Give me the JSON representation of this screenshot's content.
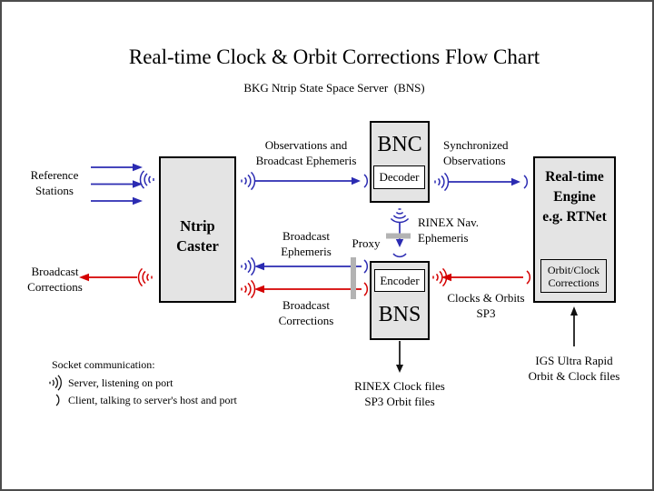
{
  "slide": {
    "title": "Real-time Clock & Orbit Corrections Flow Chart",
    "subtitle": "BKG Ntrip State Space Server  (BNS)"
  },
  "boxes": {
    "ntrip_caster": {
      "lines": [
        "Ntrip",
        "Caster"
      ]
    },
    "bnc": {
      "title": "BNC",
      "sub": "Decoder"
    },
    "bns": {
      "title": "BNS",
      "sub": "Encoder"
    },
    "engine": {
      "lines": [
        "Real-time",
        "Engine",
        "e.g. RTNet"
      ],
      "sub_lines": [
        "Orbit/Clock",
        "Corrections"
      ]
    }
  },
  "labels": {
    "reference_stations": [
      "Reference",
      "Stations"
    ],
    "broadcast_corrections_left": [
      "Broadcast",
      "Corrections"
    ],
    "observations": [
      "Observations and",
      "Broadcast Ephemeris"
    ],
    "synchronized": [
      "Synchronized",
      "Observations"
    ],
    "rinex_nav": [
      "RINEX Nav.",
      "Ephemeris"
    ],
    "proxy": "Proxy",
    "broadcast_ephemeris_mid": [
      "Broadcast",
      "Ephemeris"
    ],
    "broadcast_corrections_mid": [
      "Broadcast",
      "Corrections"
    ],
    "clocks_orbits": [
      "Clocks & Orbits",
      "SP3"
    ],
    "rinex_files": [
      "RINEX Clock files",
      "SP3 Orbit files"
    ],
    "igs": [
      "IGS Ultra Rapid",
      "Orbit & Clock files"
    ]
  },
  "legend": {
    "title": "Socket communication:",
    "server": "Server, listening on port",
    "client": "Client, talking to server's host and port"
  },
  "colors": {
    "blue": "#2b2bb2",
    "red": "#d40000",
    "boxfill": "#e4e4e4",
    "graybar": "#b3b3b3",
    "frame": "#4c4c4c"
  }
}
